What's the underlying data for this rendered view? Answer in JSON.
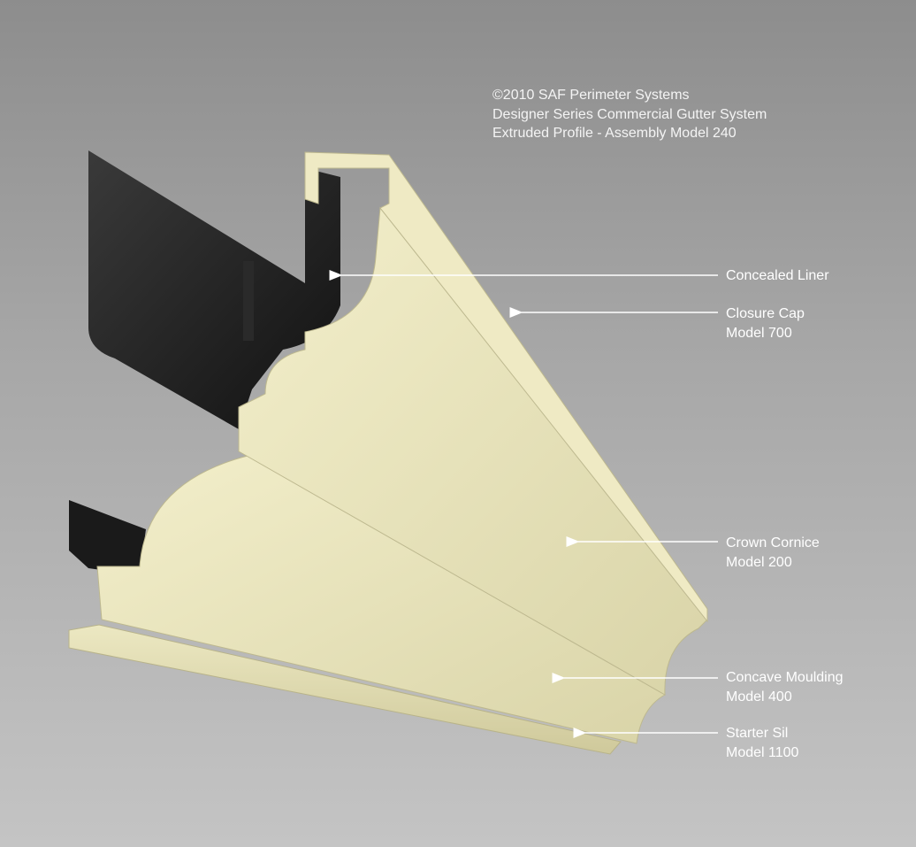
{
  "header": {
    "lines": [
      "©2010 SAF Perimeter Systems",
      "Designer Series Commercial Gutter System",
      "Extruded Profile - Assembly Model 240"
    ]
  },
  "callouts": [
    {
      "name": "Concealed Liner",
      "model": ""
    },
    {
      "name": "Closure Cap",
      "model": "Model 700"
    },
    {
      "name": "Crown Cornice",
      "model": "Model 200"
    },
    {
      "name": "Concave Moulding",
      "model": "Model 400"
    },
    {
      "name": "Starter Sil",
      "model": "Model 1100"
    }
  ],
  "colors": {
    "profile": "#e9e5bd",
    "liner": "#1e1e1e",
    "background": "#a6a6a6"
  }
}
